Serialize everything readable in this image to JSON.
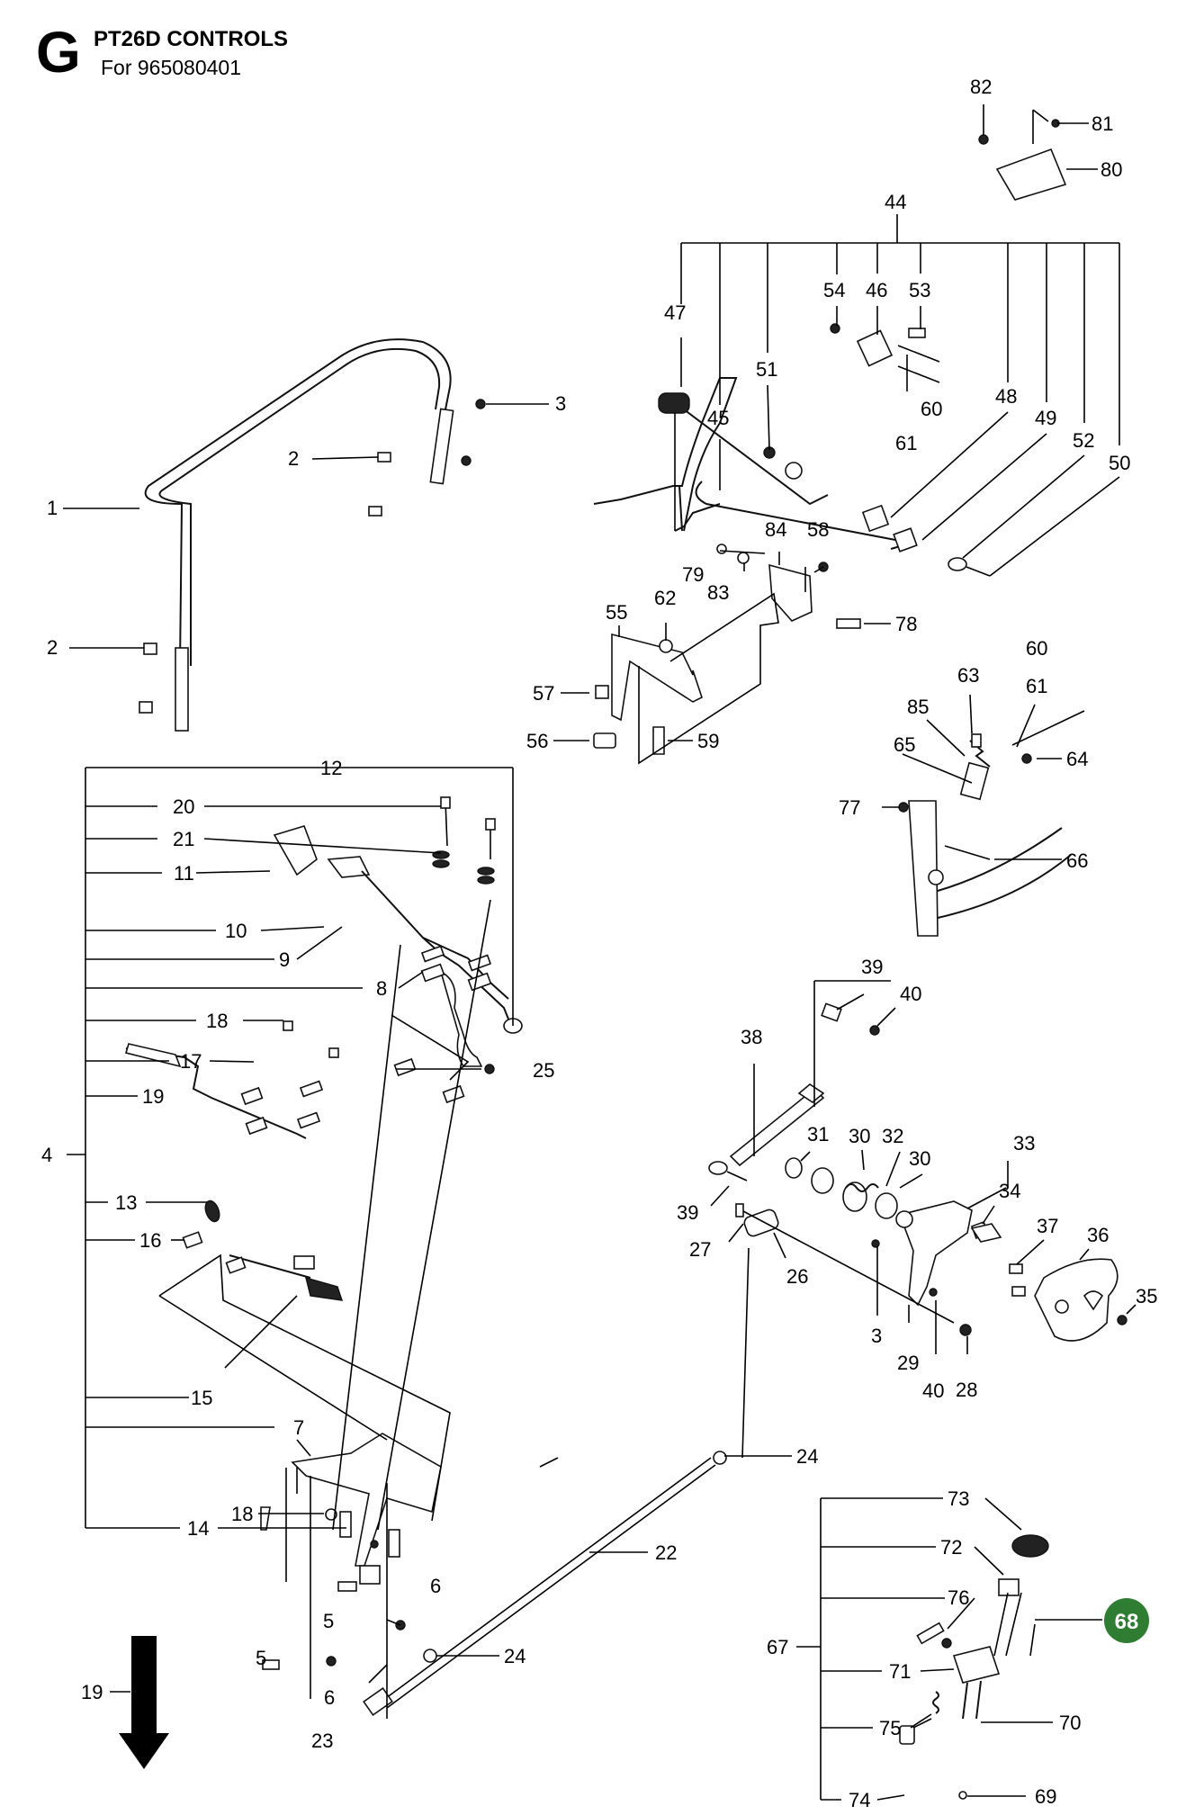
{
  "header": {
    "section_letter": "G",
    "title": "PT26D CONTROLS",
    "subtitle": "For 965080401"
  },
  "colors": {
    "highlight_badge": "#2e7d32",
    "line": "#000000",
    "background": "#ffffff"
  },
  "labels": {
    "n1": "1",
    "n2": "2",
    "n3": "3",
    "n4": "4",
    "n5": "5",
    "n6": "6",
    "n7": "7",
    "n8": "8",
    "n9": "9",
    "n10": "10",
    "n11": "11",
    "n12": "12",
    "n13": "13",
    "n14": "14",
    "n15": "15",
    "n16": "16",
    "n17": "17",
    "n18": "18",
    "n19": "19",
    "n20": "20",
    "n21": "21",
    "n22": "22",
    "n23": "23",
    "n24": "24",
    "n25": "25",
    "n26": "26",
    "n27": "27",
    "n28": "28",
    "n29": "29",
    "n30": "30",
    "n31": "31",
    "n32": "32",
    "n33": "33",
    "n34": "34",
    "n35": "35",
    "n36": "36",
    "n37": "37",
    "n38": "38",
    "n39": "39",
    "n40": "40",
    "n44": "44",
    "n45": "45",
    "n46": "46",
    "n47": "47",
    "n48": "48",
    "n49": "49",
    "n50": "50",
    "n51": "51",
    "n52": "52",
    "n53": "53",
    "n54": "54",
    "n55": "55",
    "n56": "56",
    "n57": "57",
    "n58": "58",
    "n59": "59",
    "n60": "60",
    "n61": "61",
    "n62": "62",
    "n63": "63",
    "n64": "64",
    "n65": "65",
    "n66": "66",
    "n67": "67",
    "n68": "68",
    "n69": "69",
    "n70": "70",
    "n71": "71",
    "n72": "72",
    "n73": "73",
    "n74": "74",
    "n75": "75",
    "n76": "76",
    "n77": "77",
    "n78": "78",
    "n79": "79",
    "n80": "80",
    "n81": "81",
    "n82": "82",
    "n83": "83",
    "n84": "84",
    "n85": "85"
  },
  "highlighted_part": "68"
}
